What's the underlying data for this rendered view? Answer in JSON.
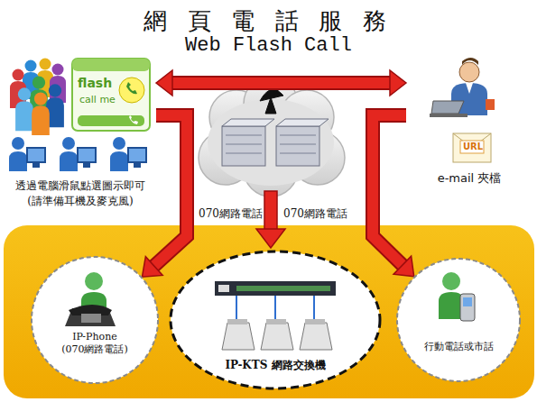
{
  "diagram": {
    "title": "網 頁 電 話 服 務",
    "nodes": [
      {
        "text": [
          "透過電腦滑鼠點選圖示即可 (請準備耳機及麥克風)"
        ]
      },
      {
        "text": [
          "e-mail 夾檔"
        ]
      },
      {
        "text": [
          "IP-Phone (070網路電話)"
        ]
      },
      {
        "text": [
          "IP-KTS 網路交換機"
        ]
      },
      {
        "text": [
          "行動電話或市話"
        ]
      }
    ],
    "edges": [
      {
        "from": 0,
        "to": 1,
        "arrow": "both"
      },
      {
        "from": 0,
        "to": 2,
        "arrow": "to"
      },
      {
        "from": 1,
        "to": 4,
        "arrow": "to"
      }
    ],
    "labels": [
      "Web Flash Call",
      "flash",
      "call me",
      "URL",
      "070網路電話",
      "070網路電話"
    ]
  }
}
